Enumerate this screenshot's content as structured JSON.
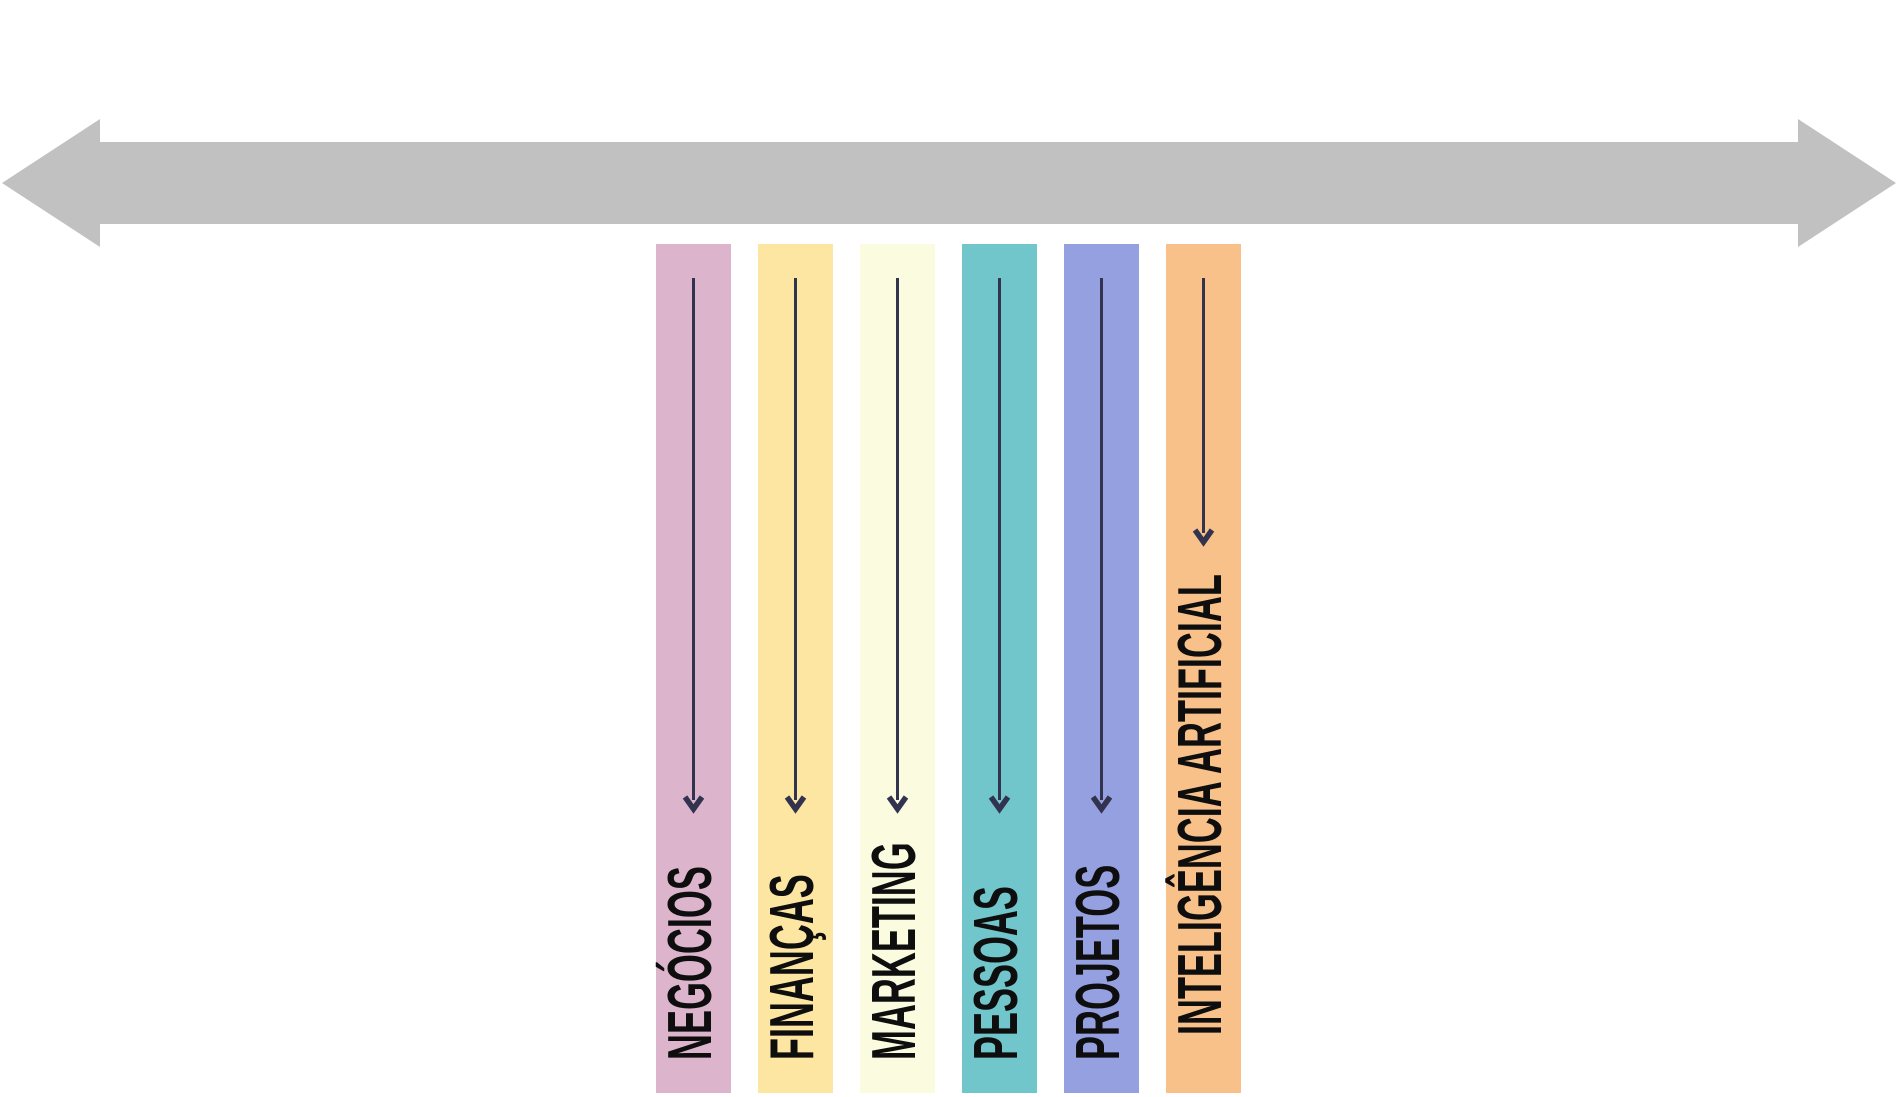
{
  "canvas": {
    "background": "#ffffff"
  },
  "timeline": {
    "icon": "double-headed-horizontal-arrow",
    "color": "#c1c1c1"
  },
  "column_arrow": {
    "icon": "down-arrow",
    "color": "#32334f"
  },
  "label_style": {
    "text_color": "#0e0e0e"
  },
  "columns": [
    {
      "label": "NEGÓCIOS",
      "color": "#dcb4cc"
    },
    {
      "label": "FINANÇAS",
      "color": "#fde5a2"
    },
    {
      "label": "MARKETING",
      "color": "#fbfcdf"
    },
    {
      "label": "PESSOAS",
      "color": "#70c6ca"
    },
    {
      "label": "PROJETOS",
      "color": "#95a0e0"
    },
    {
      "label": "INTELIGÊNCIA ARTIFICIAL",
      "color": "#f8c189"
    }
  ]
}
